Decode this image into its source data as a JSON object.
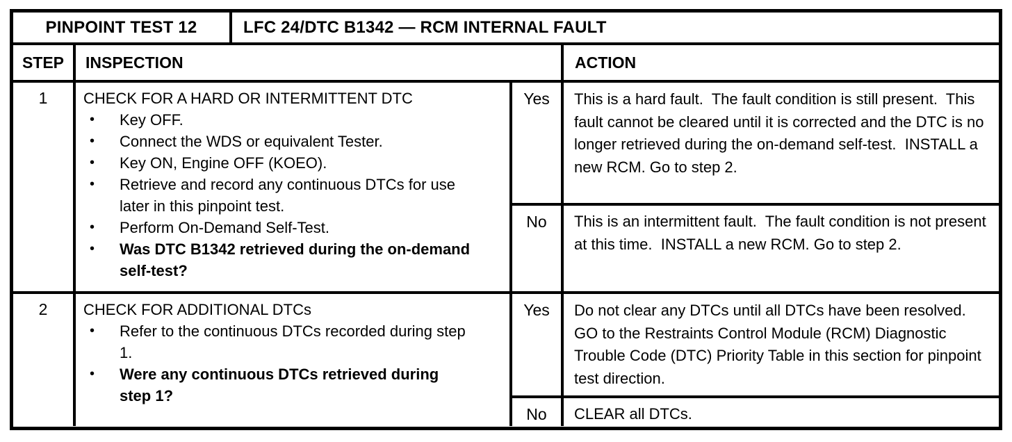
{
  "glyphs": {
    "bullet": "•"
  },
  "colors": {
    "ink": "#000000",
    "paper": "#ffffff"
  },
  "table": {
    "title_left": "PINPOINT TEST 12",
    "title_right": "LFC 24/DTC B1342 — RCM INTERNAL FAULT",
    "columns": {
      "step": "STEP",
      "inspection": "INSPECTION",
      "action": "ACTION"
    },
    "steps": [
      {
        "number": "1",
        "title": "CHECK FOR A HARD OR INTERMITTENT DTC",
        "bullets": [
          {
            "text": "Key OFF.",
            "bold": false
          },
          {
            "text": "Connect the WDS or equivalent Tester.",
            "bold": false
          },
          {
            "text": "Key ON, Engine OFF (KOEO).",
            "bold": false
          },
          {
            "text": "Retrieve and record any continuous DTCs for use later in this pinpoint test.",
            "bold": false
          },
          {
            "text": "Perform On-Demand Self-Test.",
            "bold": false
          },
          {
            "text": "Was DTC B1342 retrieved during the on-demand self-test?",
            "bold": true
          }
        ],
        "outcomes": [
          {
            "label": "Yes",
            "action": "This is a hard fault.  The fault condition is still present.  This fault cannot be cleared until it is corrected and the DTC is no longer retrieved during the on-demand self-test.  INSTALL a new RCM. Go to step 2."
          },
          {
            "label": "No",
            "action": "This is an intermittent fault.  The fault condition is not present at this time.  INSTALL a new RCM. Go to step 2."
          }
        ]
      },
      {
        "number": "2",
        "title": "CHECK FOR ADDITIONAL DTCs",
        "bullets": [
          {
            "text": "Refer to the continuous DTCs recorded during step 1.",
            "bold": false
          },
          {
            "text": "Were any continuous DTCs retrieved during step 1?",
            "bold": true
          }
        ],
        "outcomes": [
          {
            "label": "Yes",
            "action": "Do not clear any DTCs until all DTCs have been resolved.  GO to the Restraints Control Module (RCM) Diagnostic Trouble Code (DTC) Priority Table in this section for pinpoint test direction."
          },
          {
            "label": "No",
            "action": "CLEAR all DTCs."
          }
        ]
      }
    ]
  }
}
